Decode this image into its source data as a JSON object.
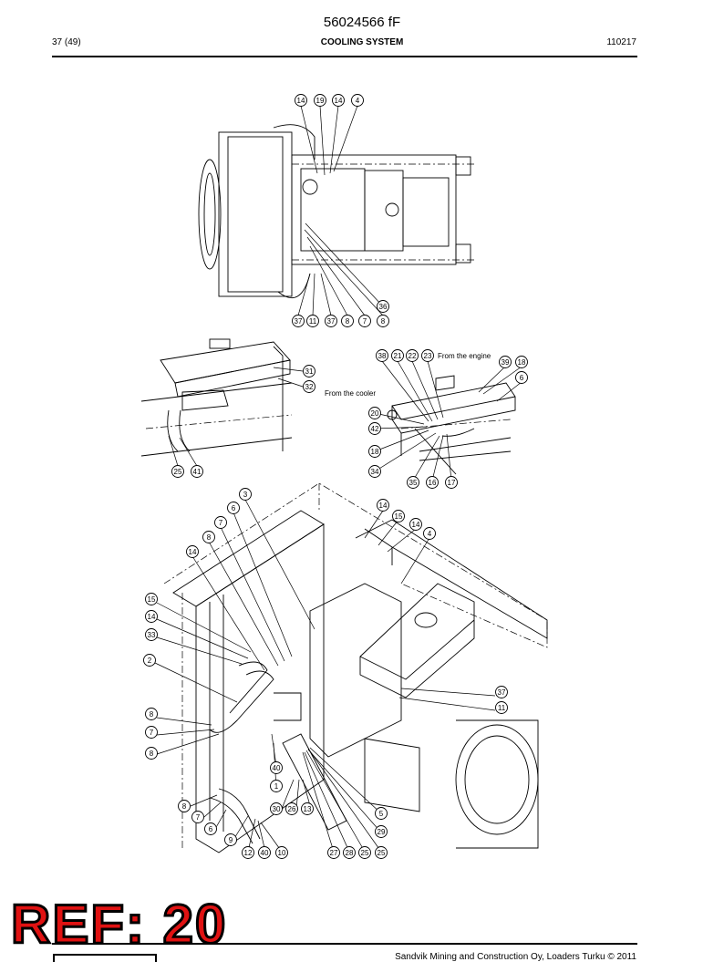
{
  "header": {
    "doc_number": "56024566 fF",
    "page": "37 (49)",
    "section_title": "COOLING SYSTEM",
    "date": "110217"
  },
  "diagram": {
    "top_view": {
      "callouts": [
        "14",
        "19",
        "14",
        "4",
        "36",
        "37",
        "11",
        "37",
        "8",
        "7",
        "8"
      ]
    },
    "mid_left": {
      "callouts": [
        "31",
        "32",
        "25",
        "41"
      ]
    },
    "mid_right": {
      "notes": [
        "From the engine",
        "From the cooler"
      ],
      "callouts": [
        "38",
        "21",
        "22",
        "23",
        "39",
        "18",
        "6",
        "20",
        "42",
        "18",
        "34",
        "35",
        "16",
        "17"
      ]
    },
    "iso_view": {
      "callouts": [
        "3",
        "6",
        "7",
        "8",
        "14",
        "14",
        "15",
        "14",
        "4",
        "15",
        "14",
        "33",
        "2",
        "8",
        "7",
        "8",
        "37",
        "11",
        "40",
        "1",
        "8",
        "7",
        "6",
        "30",
        "26",
        "13",
        "5",
        "29",
        "9",
        "12",
        "40",
        "10",
        "27",
        "28",
        "25",
        "25"
      ]
    }
  },
  "footer": {
    "ref_stamp": "REF: 20",
    "copyright": "Sandvik Mining and Construction Oy, Loaders Turku © 2011"
  }
}
